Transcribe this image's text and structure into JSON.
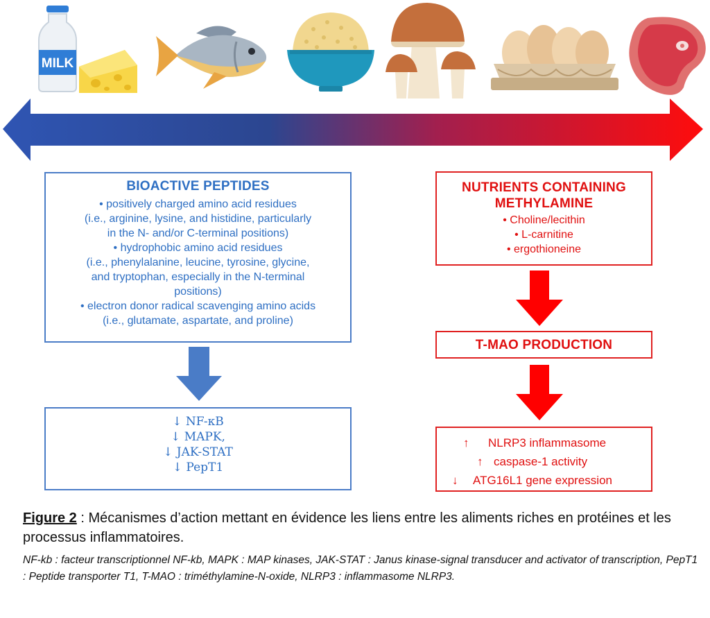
{
  "food_icons": [
    "milk-and-cheese",
    "fish",
    "grain-bowl",
    "mushrooms",
    "eggs",
    "meat"
  ],
  "milk_label": "MILK",
  "left_box": {
    "title": "BIOACTIVE PEPTIDES",
    "lines": [
      "•  positively charged amino acid residues",
      "(i.e., arginine, lysine, and histidine, particularly",
      "in the N- and/or C-terminal positions)",
      "•  hydrophobic amino acid residues",
      "(i.e., phenylalanine, leucine, tyrosine, glycine,",
      "and tryptophan, especially in the N-terminal",
      "positions)",
      "•  electron donor radical scavenging amino acids",
      "(i.e., glutamate, aspartate, and proline)"
    ]
  },
  "left_effects": [
    "↓ NF-κB",
    "↓ MAPK,",
    "↓ JAK-STAT",
    "↓ PepT1"
  ],
  "right_box": {
    "title_line1": "NUTRIENTS CONTAINING",
    "title_line2": "METHYLAMINE",
    "items": [
      "•  Choline/lecithin",
      "•  L-carnitine",
      "•  ergothioneine"
    ]
  },
  "tmao_label": "T-MAO PRODUCTION",
  "right_effects": [
    {
      "arrow": "↑",
      "text": "NLRP3 inflammasome"
    },
    {
      "arrow": "↑",
      "text": "caspase-1 activity"
    },
    {
      "arrow": "↓",
      "text": "ATG16L1 gene expression"
    }
  ],
  "caption": {
    "label": "Figure  2",
    "text": " : Mécanismes d’action mettant en évidence les liens entre les aliments riches en protéines et les processus inflammatoires.",
    "note": "NF-kb : facteur transcriptionnel NF-kb, MAPK : MAP kinases, JAK-STAT : Janus kinase-signal transducer and activator of transcription, PepT1 : Peptide transporter T1, T-MAO : triméthylamine-N-oxide, NLRP3 : inflammasome NLRP3."
  },
  "colors": {
    "blue": "#2e6fc3",
    "red": "#e01010",
    "arrow_blue": "#4a7cc7",
    "arrow_red": "#ff0000"
  }
}
